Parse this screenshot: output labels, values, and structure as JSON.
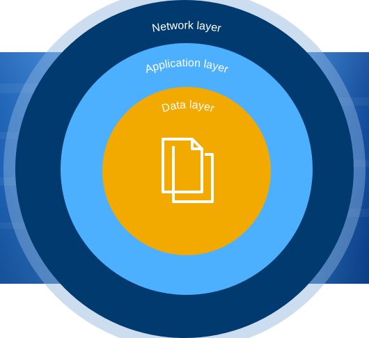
{
  "diagram": {
    "layers": [
      {
        "id": "network",
        "label": "Network layer",
        "color": "#003a6e"
      },
      {
        "id": "application",
        "label": "Application layer",
        "color": "#4db0ff"
      },
      {
        "id": "data",
        "label": "Data layer",
        "color": "#f2aa00"
      }
    ],
    "center_icon": "documents-icon",
    "background_band_color": "#1a5fb4"
  }
}
